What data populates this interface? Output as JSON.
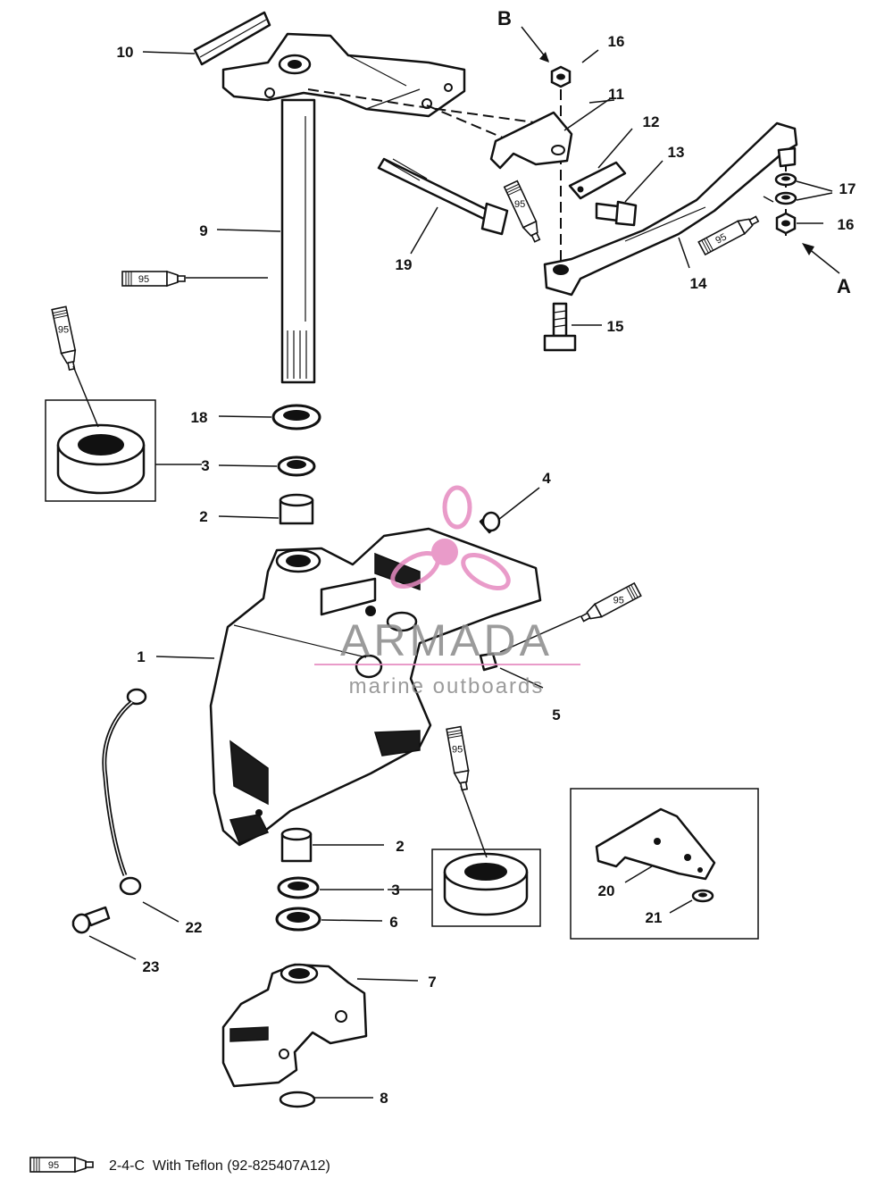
{
  "diagram": {
    "callouts": [
      "1",
      "2",
      "3",
      "4",
      "5",
      "6",
      "7",
      "8",
      "9",
      "10",
      "11",
      "12",
      "13",
      "14",
      "15",
      "16",
      "17",
      "18",
      "19",
      "20",
      "21",
      "22",
      "23"
    ],
    "view_letters": [
      "A",
      "B"
    ],
    "lubricant_tube_label": "95",
    "watermark": {
      "brand": "ARMADA",
      "tagline": "marine outboards",
      "color": "#e68ac0"
    },
    "legend": {
      "tube_label": "95",
      "text": "2-4-C  With Teflon (92-825407A12)"
    }
  }
}
